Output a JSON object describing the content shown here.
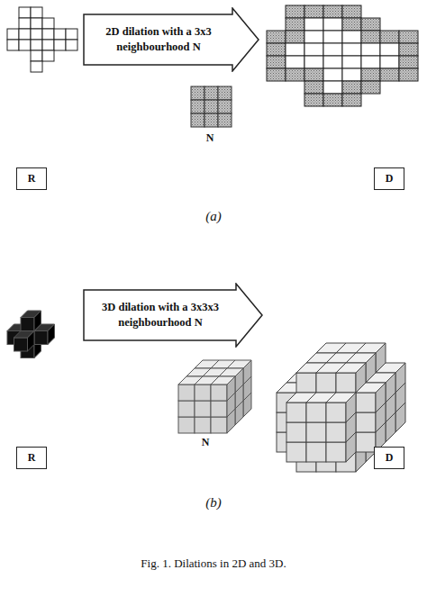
{
  "diagram": {
    "caption": "Fig. 1. Dilations in 2D and 3D.",
    "nodes": [
      {
        "text": [
          "2D dilation with a 3x3 neighbourhood N"
        ]
      },
      {
        "text": [
          "R"
        ]
      },
      {
        "text": [
          "D"
        ]
      },
      {
        "text": [
          "3D dilation with a 3x3x3 neighbourhood N"
        ]
      },
      {
        "text": [
          "R"
        ]
      },
      {
        "text": [
          "D"
        ]
      }
    ],
    "labels": [
      "N",
      "(a)",
      "N",
      "(b)"
    ]
  }
}
